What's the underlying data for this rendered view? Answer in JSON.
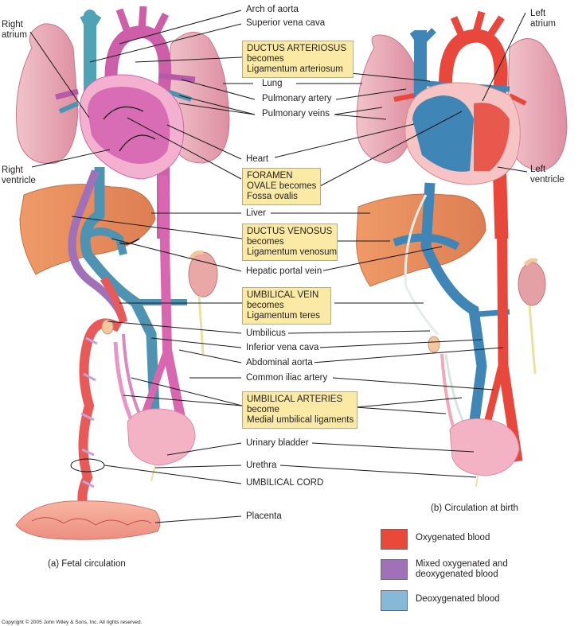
{
  "diagram": {
    "title_a": "(a) Fetal circulation",
    "title_b": "(b) Circulation at birth",
    "copyright": "Copyright © 2005 John Wiley & Sons, Inc.  All rights reserved.",
    "side_labels": {
      "right_atrium": [
        "Right",
        "atrium"
      ],
      "right_ventricle": [
        "Right",
        "ventricle"
      ],
      "left_atrium": [
        "Left",
        "atrium"
      ],
      "left_ventricle": [
        "Left",
        "ventricle"
      ]
    },
    "labels": {
      "arch_of_aorta": "Arch of aorta",
      "superior_vena_cava": "Superior vena cava",
      "lung": "Lung",
      "pulmonary_artery": "Pulmonary artery",
      "pulmonary_veins": "Pulmonary veins",
      "heart": "Heart",
      "liver": "Liver",
      "hepatic_portal_vein": "Hepatic portal vein",
      "umbilicus": "Umbilicus",
      "inferior_vena_cava": "Inferior vena cava",
      "abdominal_aorta": "Abdominal aorta",
      "common_iliac_artery": "Common iliac artery",
      "urinary_bladder": "Urinary bladder",
      "urethra": "Urethra",
      "umbilical_cord": "UMBILICAL CORD",
      "placenta": "Placenta"
    },
    "boxes": {
      "ductus_arteriosus": [
        "DUCTUS ARTERIOSUS",
        "becomes",
        "Ligamentum arteriosum"
      ],
      "foramen_ovale": [
        "FORAMEN",
        "OVALE becomes",
        "Fossa ovalis"
      ],
      "ductus_venosus": [
        "DUCTUS VENOSUS",
        "becomes",
        "Ligamentum venosum"
      ],
      "umbilical_vein": [
        "UMBILICAL VEIN",
        "becomes",
        "Ligamentum teres"
      ],
      "umbilical_arteries": [
        "UMBILICAL ARTERIES",
        "become",
        "Medial umbilical ligaments"
      ]
    },
    "legend": [
      {
        "label": "Oxygenated blood",
        "color": "#e8493a"
      },
      {
        "label": "Mixed oxygenated and deoxygenated blood",
        "label_lines": [
          "Mixed oxygenated and",
          "deoxygenated blood"
        ],
        "color": "#a070b8"
      },
      {
        "label": "Deoxygenated blood",
        "color": "#86b9d8"
      }
    ],
    "colors": {
      "box_fill": "#fbeaa6",
      "oxygenated": "#e8493a",
      "mixed": "#a070b8",
      "deoxygenated": "#86b9d8",
      "fetal_vessel": "#d768b4",
      "vein_blue": "#4a90b8",
      "lung": "#e8a9b6",
      "liver": "#e58a5c"
    }
  }
}
